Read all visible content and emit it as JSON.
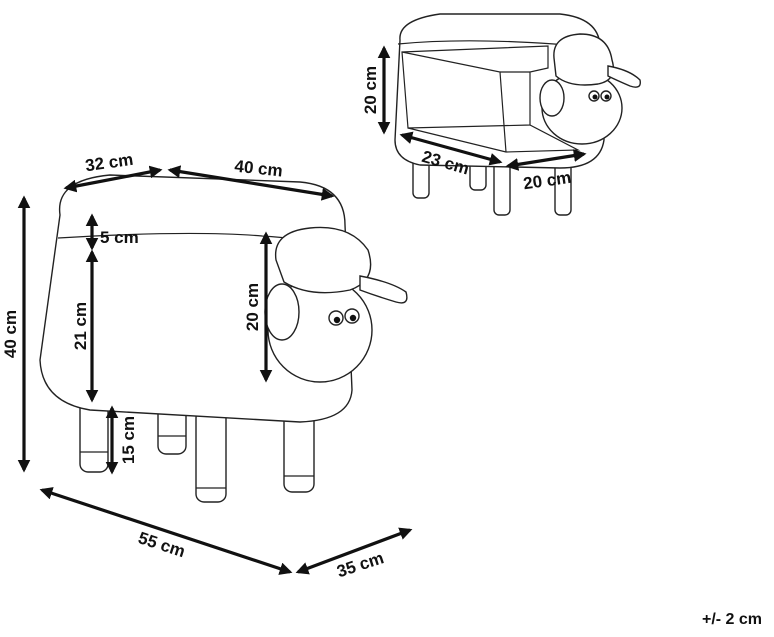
{
  "main_view": {
    "width_top": "32 cm",
    "length_top": "40 cm",
    "cushion_height": "5 cm",
    "body_height": "21 cm",
    "head_height": "20 cm",
    "total_height": "40 cm",
    "leg_height": "15 cm",
    "overall_length": "55 cm",
    "overall_depth": "35 cm"
  },
  "storage_view": {
    "interior_height": "20 cm",
    "interior_length": "23 cm",
    "interior_depth": "20 cm"
  },
  "tolerance": "+/- 2 cm"
}
